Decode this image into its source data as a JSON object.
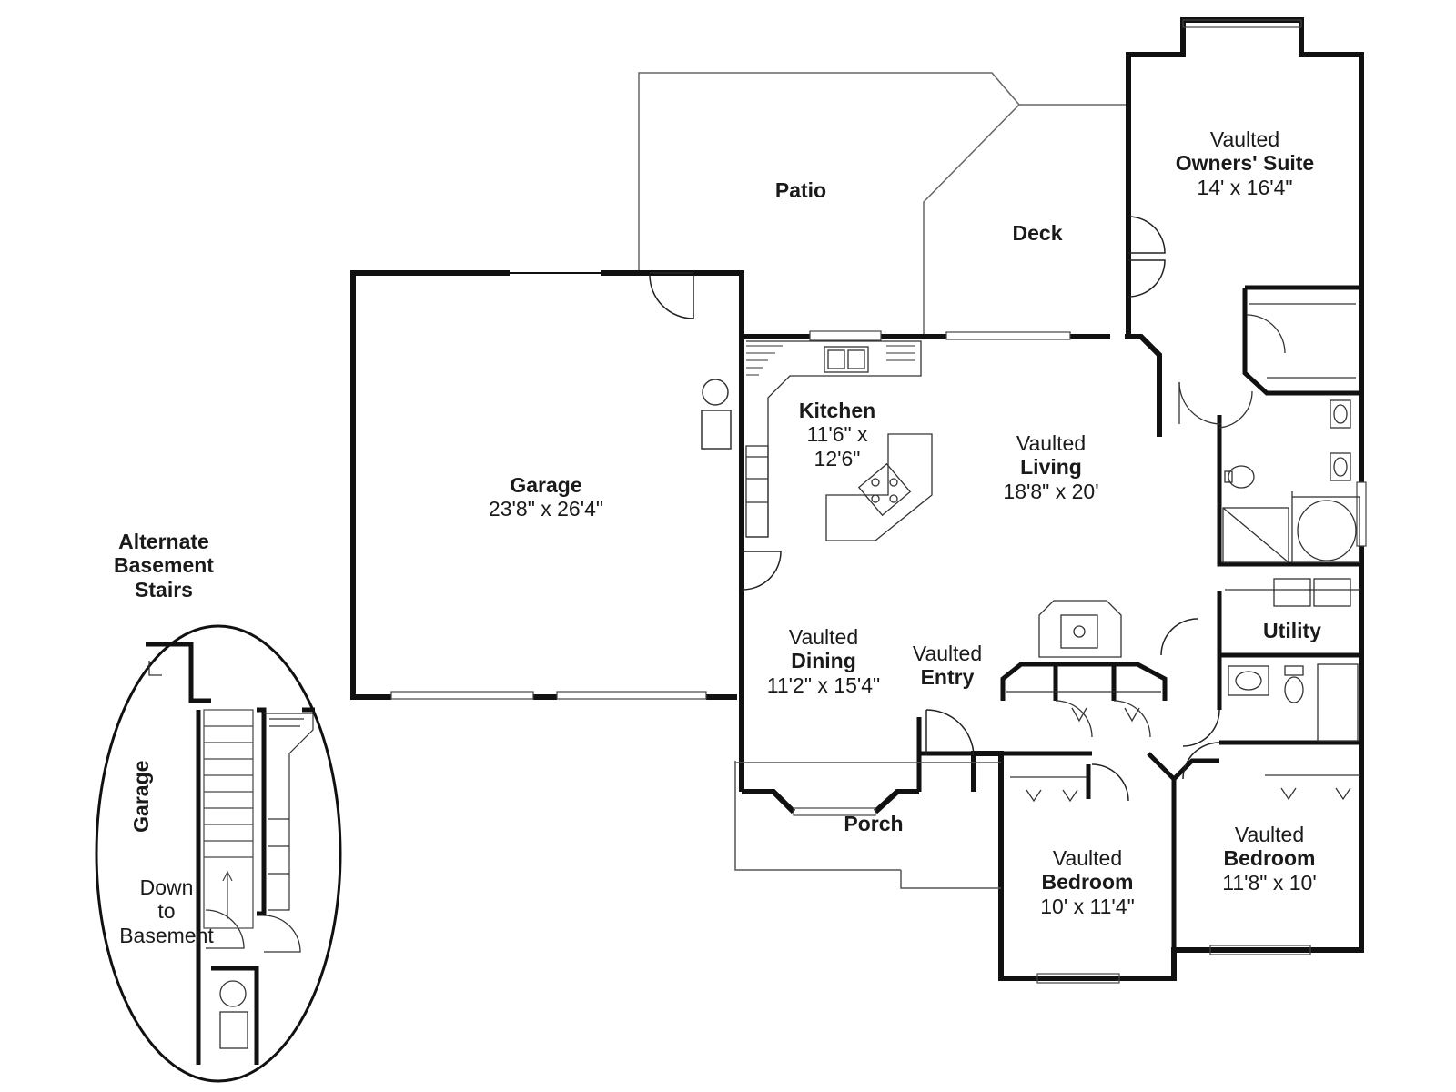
{
  "rooms": {
    "patio": {
      "name": "Patio"
    },
    "deck": {
      "name": "Deck"
    },
    "owners_suite": {
      "prefix": "Vaulted",
      "name": "Owners' Suite",
      "size": "14' x 16'4\""
    },
    "garage": {
      "name": "Garage",
      "size": "23'8\" x 26'4\""
    },
    "kitchen": {
      "name": "Kitchen",
      "size_line1": "11'6\" x",
      "size_line2": "12'6\""
    },
    "living": {
      "prefix": "Vaulted",
      "name": "Living",
      "size": "18'8\" x 20'"
    },
    "dining": {
      "prefix": "Vaulted",
      "name": "Dining",
      "size": "11'2\" x 15'4\""
    },
    "entry": {
      "prefix": "Vaulted",
      "name": "Entry"
    },
    "utility": {
      "name": "Utility"
    },
    "porch": {
      "name": "Porch"
    },
    "bedroom_2": {
      "prefix": "Vaulted",
      "name": "Bedroom",
      "size": "10' x 11'4\""
    },
    "bedroom_3": {
      "prefix": "Vaulted",
      "name": "Bedroom",
      "size": "11'8\" x 10'"
    }
  },
  "inset": {
    "title_line1": "Alternate",
    "title_line2": "Basement",
    "title_line3": "Stairs",
    "garage_label": "Garage",
    "stairs_line1": "Down",
    "stairs_line2": "to",
    "stairs_line3": "Basement"
  },
  "colors": {
    "wall": "#111111",
    "line": "#555555",
    "background": "#ffffff"
  }
}
